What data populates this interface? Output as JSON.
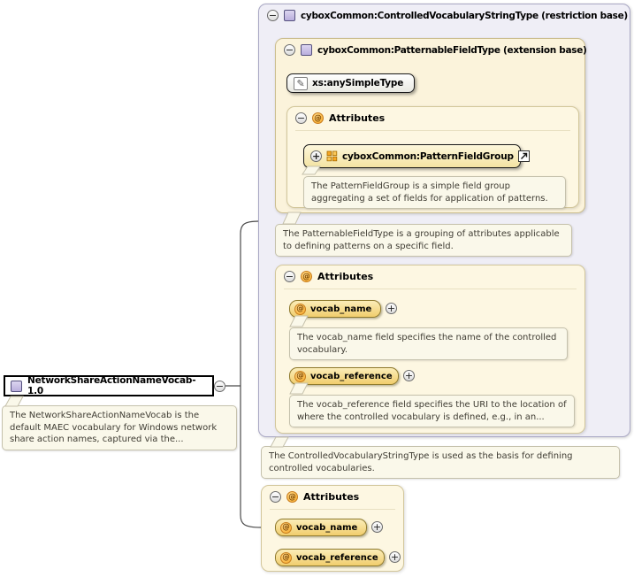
{
  "colors": {
    "panel_lavender": "#EFEEF6",
    "panel_cream": "#FBF3DB",
    "badge_yellow": "#F1CD6D",
    "note_ivory": "#FAF8EA"
  },
  "element": {
    "label": "NetworkShareActionNameVocab-1.0",
    "note": "The NetworkShareActionNameVocab is the default MAEC vocabulary for Windows network share action names, captured via the..."
  },
  "controlled_vocab_panel": {
    "title": "cyboxCommon:ControlledVocabularyStringType (restriction base)",
    "note": "The ControlledVocabularyStringType is used as the basis for defining controlled vocabularies.",
    "patternable_panel": {
      "title": "cyboxCommon:PatternableFieldType (extension base)",
      "base_type_label": "xs:anySimpleType",
      "note": "The PatternableFieldType is a grouping of attributes applicable to defining patterns on a specific field.",
      "attributes": {
        "title": "Attributes",
        "group_label": "cyboxCommon:PatternFieldGroup",
        "group_note": "The PatternFieldGroup is a simple field group aggregating a set of fields for application of patterns."
      }
    },
    "attributes": {
      "title": "Attributes",
      "items": [
        {
          "name": "vocab_name",
          "note": "The vocab_name field specifies the name of the controlled vocabulary."
        },
        {
          "name": "vocab_reference",
          "note": "The vocab_reference field specifies the URI to the location of where the controlled vocabulary is defined, e.g., in an..."
        }
      ]
    }
  },
  "local_attributes": {
    "title": "Attributes",
    "items": [
      {
        "name": "vocab_name"
      },
      {
        "name": "vocab_reference"
      }
    ]
  }
}
